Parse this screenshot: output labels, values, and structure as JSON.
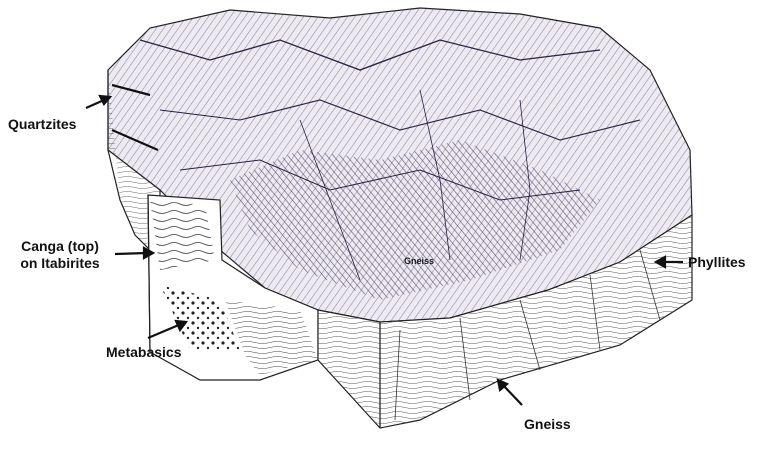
{
  "labels": {
    "quartzites": "Quartzites",
    "canga_line1": "Canga (top)",
    "canga_line2": "on Itabirites",
    "metabasics": "Metabasics",
    "gneiss_bottom": "Gneiss",
    "gneiss_center": "Gneiss",
    "phyllites": "Phyllites"
  },
  "colors": {
    "ink": "#111111",
    "terrain_shade": "#4a3f63",
    "paper": "#ffffff"
  }
}
